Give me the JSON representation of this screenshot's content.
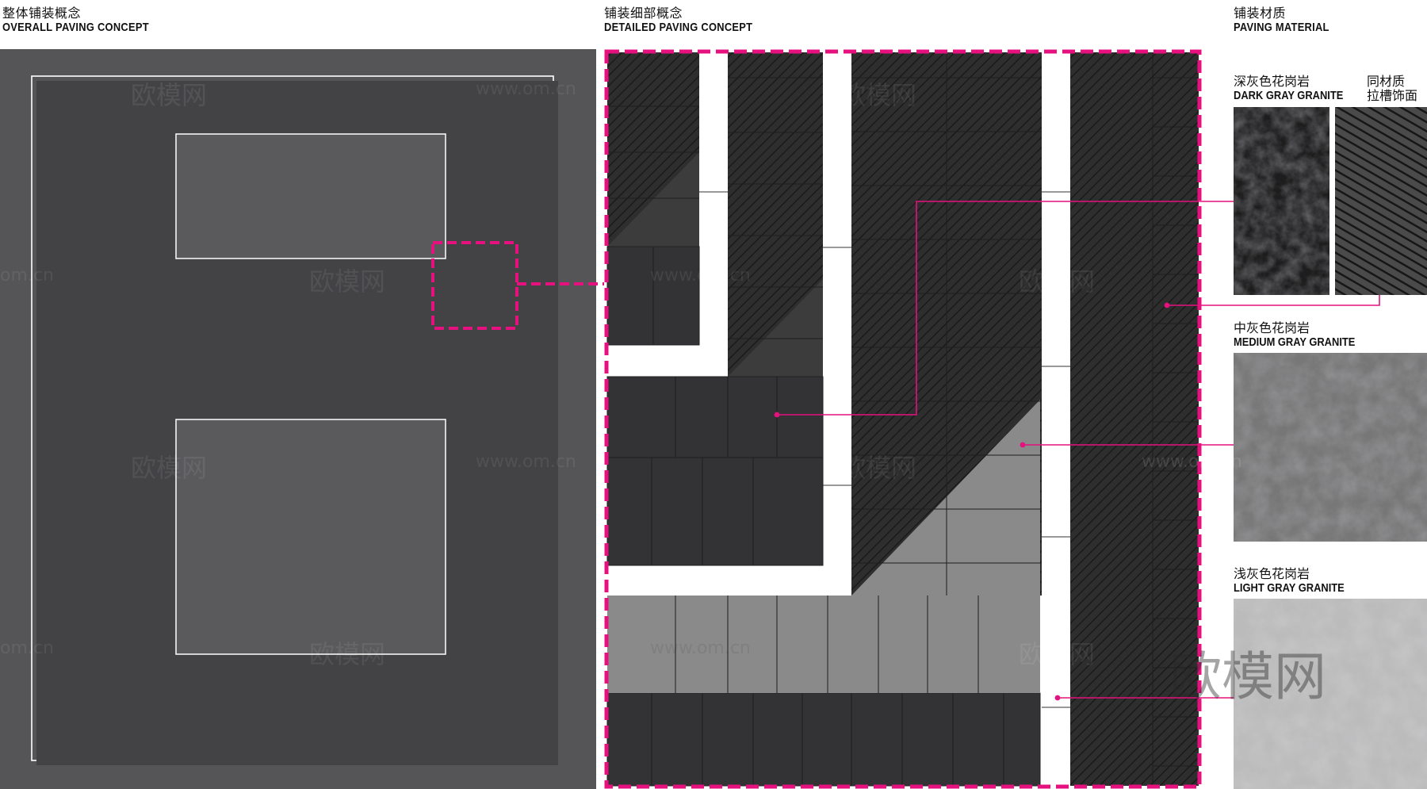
{
  "sections": {
    "overall": {
      "title_cn": "整体铺装概念",
      "title_en": "OVERALL PAVING CONCEPT"
    },
    "detailed": {
      "title_cn": "铺装细部概念",
      "title_en": "DETAILED PAVING CONCEPT"
    },
    "material": {
      "title_cn": "铺装材质",
      "title_en": "PAVING MATERIAL"
    }
  },
  "materials": [
    {
      "key": "dark",
      "label_cn": "深灰色花岗岩",
      "label_en": "DARK GRAY GRANITE",
      "color": "#2a2a2a"
    },
    {
      "key": "grooved",
      "label_cn_line1": "同材质",
      "label_cn_line2": "拉槽饰面",
      "color": "#3a3a3a"
    },
    {
      "key": "medium",
      "label_cn": "中灰色花岗岩",
      "label_en": "MEDIUM GRAY GRANITE",
      "color": "#7a7a7a"
    },
    {
      "key": "light",
      "label_cn": "浅灰色花岗岩",
      "label_en": "LIGHT GRAY GRANITE",
      "color": "#b8b8b8"
    }
  ],
  "colors": {
    "accent": "#e6117e",
    "panel_bg": "#555558",
    "dark_tile": "#333333",
    "medium_tile": "#8a8a8a",
    "pool": "#58585b"
  },
  "watermark": {
    "brand": "欧模网",
    "url": "www.om.cn",
    "url_short": "om.cn"
  }
}
